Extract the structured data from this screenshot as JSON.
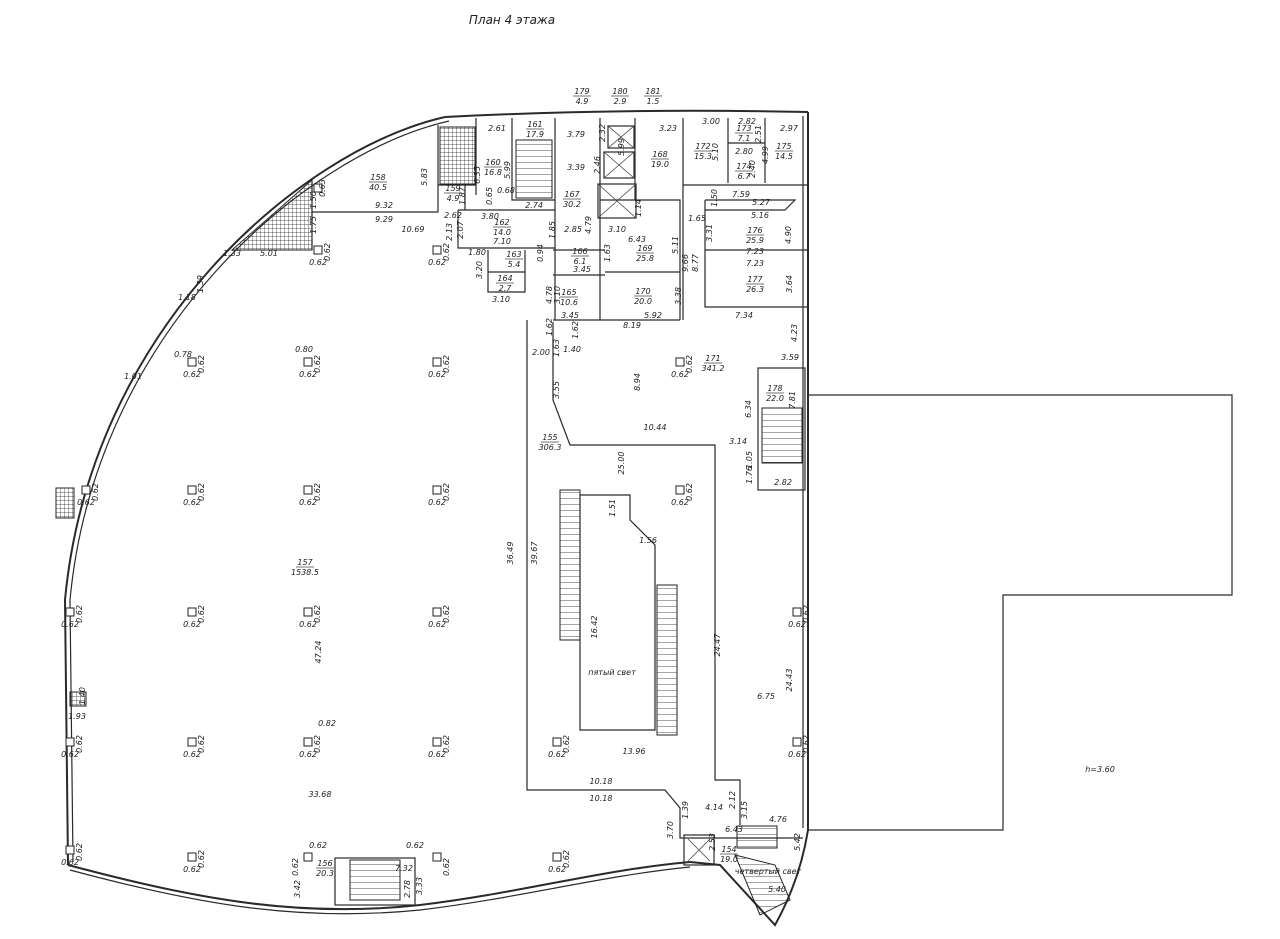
{
  "title": "План 4 этажа",
  "annotations": {
    "fifth_light": "пятый свет",
    "fourth_light": "четвертый свет",
    "height": "h=3.60"
  },
  "column_label": "0.62",
  "rooms": [
    {
      "number": "155",
      "area": "306.3"
    },
    {
      "number": "156",
      "area": "20.3"
    },
    {
      "number": "157",
      "area": "1538.5"
    },
    {
      "number": "158",
      "area": "40.5"
    },
    {
      "number": "159",
      "area": "4.9"
    },
    {
      "number": "160",
      "area": "16.8"
    },
    {
      "number": "161",
      "area": "17.9"
    },
    {
      "number": "162",
      "area": "14.0"
    },
    {
      "number": "163",
      "area": "5.4"
    },
    {
      "number": "164",
      "area": "2.7"
    },
    {
      "number": "165",
      "area": "10.6"
    },
    {
      "number": "166",
      "area": "6.1"
    },
    {
      "number": "167",
      "area": "30.2"
    },
    {
      "number": "168",
      "area": "19.0"
    },
    {
      "number": "169",
      "area": "25.8"
    },
    {
      "number": "170",
      "area": "20.0"
    },
    {
      "number": "171",
      "area": "341.2"
    },
    {
      "number": "172",
      "area": "15.3"
    },
    {
      "number": "173",
      "area": "7.1"
    },
    {
      "number": "174",
      "area": "6.7"
    },
    {
      "number": "175",
      "area": "14.5"
    },
    {
      "number": "176",
      "area": "25.9"
    },
    {
      "number": "177",
      "area": "26.3"
    },
    {
      "number": "178",
      "area": "22.0"
    },
    {
      "number": "179",
      "area": "4.9"
    },
    {
      "number": "180",
      "area": "2.9"
    },
    {
      "number": "181",
      "area": "1.5"
    },
    {
      "number": "154",
      "area": "19.0"
    }
  ],
  "dimensions": [
    "2.61",
    "3.79",
    "2.32",
    "3.23",
    "3.00",
    "2.82",
    "2.51",
    "2.97",
    "5.83",
    "6.35",
    "5.99",
    "3.39",
    "2.46",
    "5.99",
    "5.10",
    "4.99",
    "2.80",
    "2.40",
    "1.87",
    "0.68",
    "0.65",
    "2.62",
    "2.74",
    "9.32",
    "9.29",
    "1.50",
    "0.63",
    "3.80",
    "2.07",
    "2.13",
    "1.75",
    "10.69",
    "7.10",
    "1.85",
    "2.85",
    "4.79",
    "3.10",
    "1.14",
    "6.43",
    "5.11",
    "7.59",
    "1.50",
    "5.27",
    "5.16",
    "1.65",
    "3.31",
    "4.90",
    "7.23",
    "7.23",
    "9.66",
    "8.77",
    "1.80",
    "0.94",
    "1.63",
    "3.45",
    "3.20",
    "3.10",
    "3.10",
    "4.78",
    "3.38",
    "3.64",
    "3.45",
    "5.92",
    "8.19",
    "7.34",
    "4.23",
    "1.62",
    "1.62",
    "1.63",
    "1.40",
    "2.00",
    "3.55",
    "8.94",
    "3.59",
    "6.34",
    "7.81",
    "10.44",
    "3.14",
    "1.05",
    "1.76",
    "2.82",
    "25.00",
    "1.51",
    "1.56",
    "36.49",
    "39.67",
    "16.42",
    "24.47",
    "24.43",
    "6.75",
    "47.24",
    "13.96",
    "10.18",
    "10.18",
    "1.39",
    "3.70",
    "4.14",
    "2.12",
    "3.15",
    "4.76",
    "6.43",
    "2.53",
    "5.42",
    "5.40",
    "33.68",
    "1.93",
    "1.40",
    "1.01",
    "1.18",
    "1.39",
    "1.33",
    "5.01",
    "0.78",
    "0.80",
    "0.82",
    "7.32",
    "2.78",
    "3.33",
    "3.42"
  ]
}
